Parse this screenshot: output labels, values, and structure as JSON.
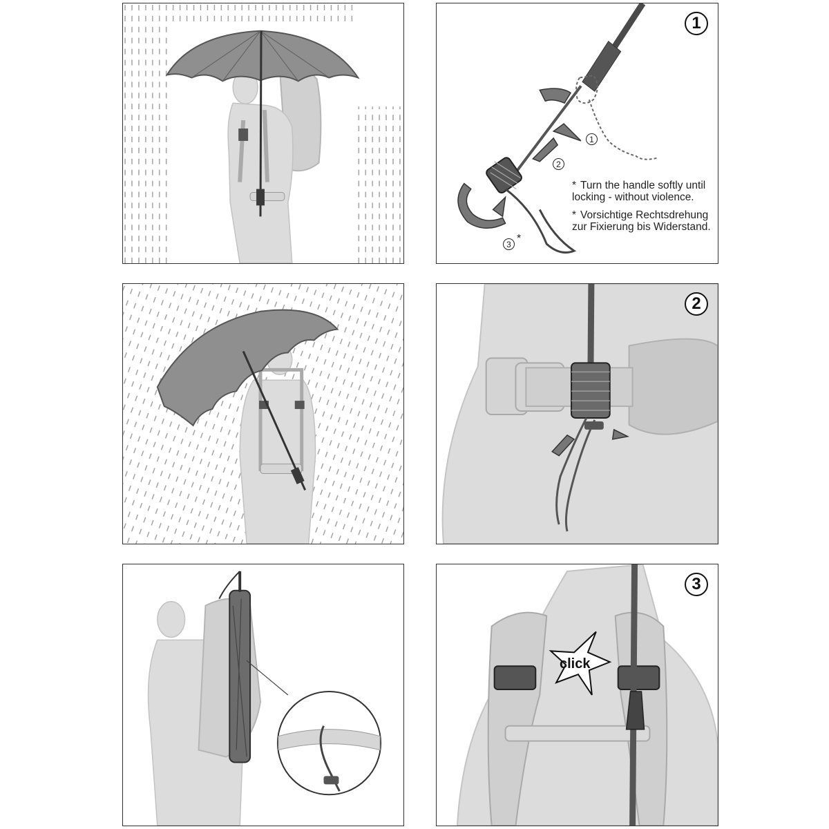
{
  "steps": {
    "step1": "1",
    "step2": "2",
    "step3": "3"
  },
  "instructions": {
    "note_en": "Turn the handle softly until locking - without violence.",
    "note_de": "Vorsichtige Rechtsdrehung zur Fixierung bis Widerstand.",
    "asterisk": "*"
  },
  "callouts": {
    "sub1": "1",
    "sub2": "2",
    "sub3": "3"
  },
  "click_label": "click",
  "colors": {
    "figure_fill": "#dcdcdc",
    "figure_stroke": "#bdbdbd",
    "canopy": "#8f8f8f",
    "dark": "#3c3c3c",
    "rain": "#9a9a9a"
  },
  "icons": [
    "umbrella-icon",
    "hiker-icon",
    "arrow-icon",
    "cord-icon",
    "star-burst-icon"
  ]
}
